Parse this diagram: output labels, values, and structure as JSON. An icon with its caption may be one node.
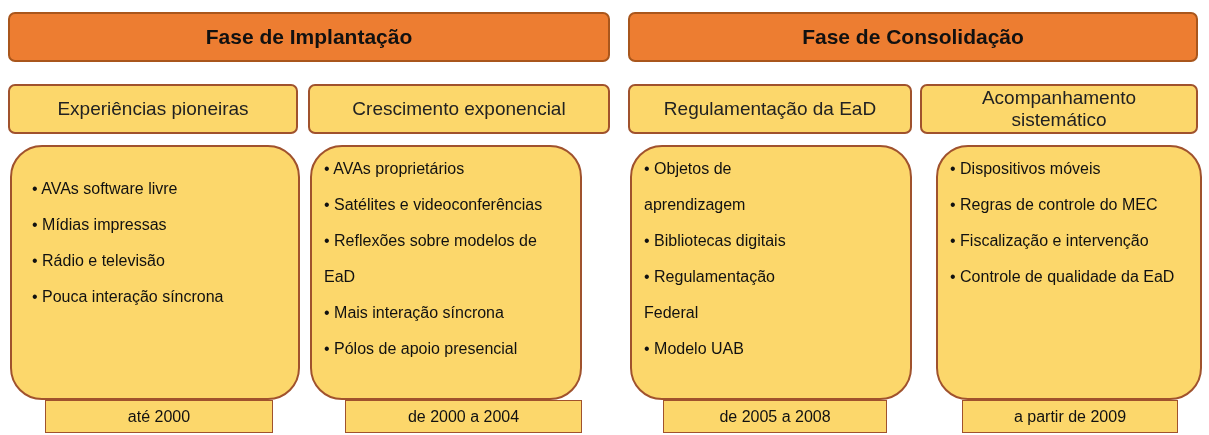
{
  "diagram": {
    "nodes": [
      {
        "text": [
          "Fase de Implantação"
        ]
      },
      {
        "text": [
          "Fase de Consolidação"
        ]
      },
      {
        "text": [
          "Experiências pioneiras"
        ]
      },
      {
        "text": [
          "Crescimento exponencial"
        ]
      },
      {
        "text": [
          "Regulamentação da EaD"
        ]
      },
      {
        "text": [
          "Acompanhamento sistemático"
        ]
      },
      {
        "text": [
          "• AVAs software livre",
          "• Mídias impressas",
          "• Rádio e televisão",
          "• Pouca interação síncrona"
        ]
      },
      {
        "text": [
          "• AVAs proprietários",
          "• Satélites e videoconferências",
          "• Reflexões sobre modelos de EaD",
          "• Mais interação síncrona",
          "• Pólos de apoio presencial"
        ]
      },
      {
        "text": [
          "• Objetos de aprendizagem",
          "• Bibliotecas digitais",
          "• Regulamentação Federal",
          "• Modelo UAB"
        ]
      },
      {
        "text": [
          "• Dispositivos móveis",
          "• Regras de controle do MEC",
          "• Fiscalização e intervenção",
          "• Controle de qualidade da EaD"
        ]
      },
      {
        "text": [
          "até 2000"
        ]
      },
      {
        "text": [
          "de 2000 a 2004"
        ]
      },
      {
        "text": [
          "de 2005 a 2008"
        ]
      },
      {
        "text": [
          "a partir de 2009"
        ]
      }
    ]
  }
}
